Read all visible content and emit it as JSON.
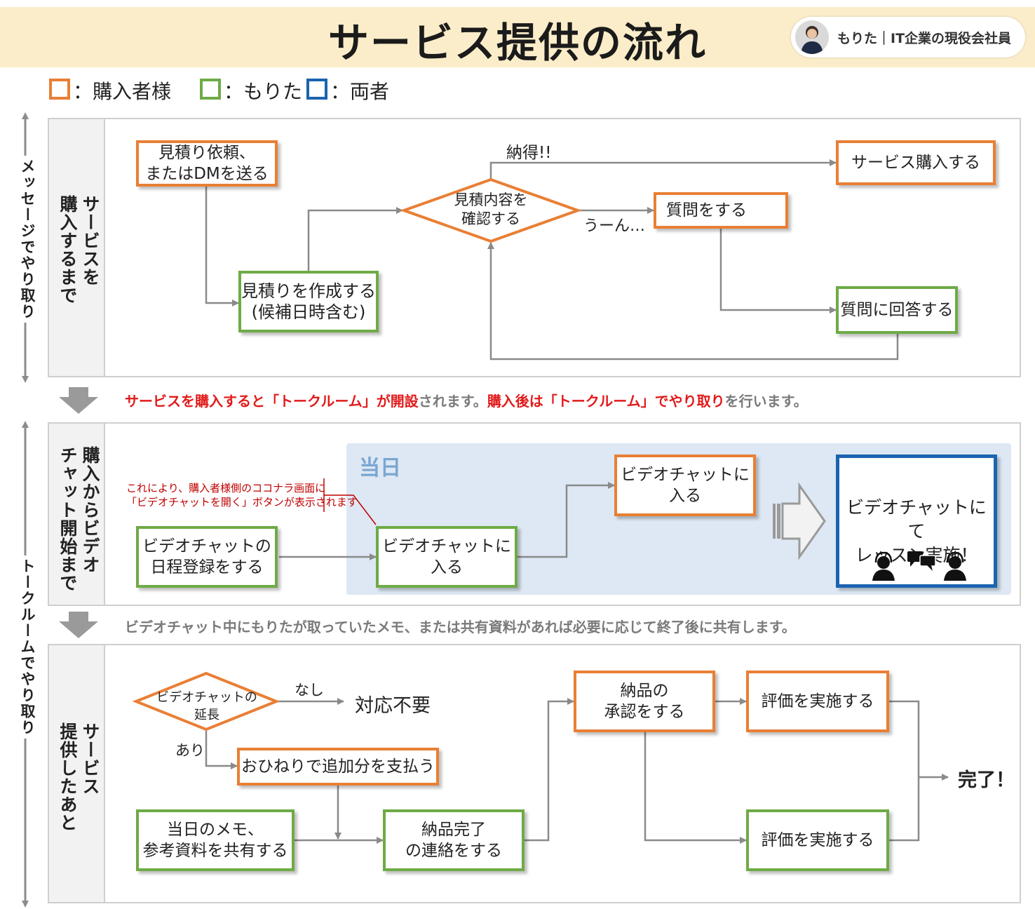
{
  "header": {
    "title": "サービス提供の流れ",
    "profile_name": "もりた｜IT企業の現役会社員"
  },
  "legend": [
    {
      "color": "#e97f35",
      "label": "：購入者様"
    },
    {
      "color": "#6eab46",
      "label": "：もりた"
    },
    {
      "color": "#1b64b0",
      "label": "：両者"
    }
  ],
  "side_labels": {
    "message": "メッセージでやり取り",
    "talkroom": "トークルームでやり取り"
  },
  "section1": {
    "label": "サービスを\n購入するまで",
    "box_request": "見積り依頼、\nまたはDMを送る",
    "box_estimate": "見積りを作成する\n(候補日時含む)",
    "diamond_confirm": "見積内容を\n確認する",
    "label_ok": "納得!!",
    "label_hmm": "うーん…",
    "box_purchase": "サービス購入する",
    "box_question": "質問をする",
    "box_answer": "質問に回答する"
  },
  "note1": {
    "parts": [
      {
        "text": "サービスを購入すると「トークルーム」が開設",
        "color": "red"
      },
      {
        "text": "されます。",
        "color": "gray"
      },
      {
        "text": "購入後は「トークルーム」でやり取り",
        "color": "red"
      },
      {
        "text": "を行います。",
        "color": "gray"
      }
    ]
  },
  "section2": {
    "label": "購入からビデオ\nチャット開始まで",
    "day_label": "当日",
    "annotation": "これにより、購入者様側のココナラ画面に\n「ビデオチャットを開く」ボタンが表示されます",
    "box_schedule": "ビデオチャットの\n日程登録をする",
    "box_enter_g": "ビデオチャットに\n入る",
    "box_enter_o": "ビデオチャットに\n入る",
    "box_lesson": "ビデオチャットにて\nレッスン実施！"
  },
  "note2": {
    "text": "ビデオチャット中にもりたが取っていたメモ、または共有資料があれば必要に応じて終了後に共有します。"
  },
  "section3": {
    "label": "サービス\n提供したあと",
    "diamond_extend": "ビデオチャットの\n延長",
    "label_none": "なし",
    "label_yes": "あり",
    "text_no_action": "対応不要",
    "box_pay": "おひねりで追加分を支払う",
    "box_share": "当日のメモ、\n参考資料を共有する",
    "box_delivery": "納品完了\nの連絡をする",
    "box_approve": "納品の\n承認をする",
    "box_review_top": "評価を実施する",
    "box_review_bottom": "評価を実施する",
    "text_done": "完了！"
  },
  "colors": {
    "buyer": "#e97f35",
    "morita": "#6eab46",
    "both": "#1b64b0",
    "header_bg": "#fbedc9",
    "day_bg": "#dde8f4",
    "note_red": "#e21a1a",
    "annotation_red": "#c00000"
  },
  "icons": [
    "person-headset-icon",
    "chat-bubbles-icon",
    "person-headset-icon"
  ]
}
